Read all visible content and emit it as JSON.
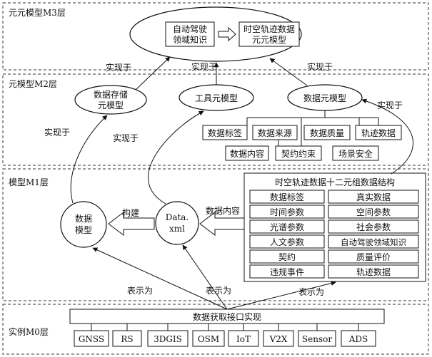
{
  "layers": {
    "m3": "元元模型M3层",
    "m2": "元模型M2层",
    "m1": "模型M1层",
    "m0": "实例M0层"
  },
  "m3": {
    "box_left": [
      "自动驾驶",
      "领域知识"
    ],
    "box_right": [
      "时空轨迹数据",
      "元元模型"
    ]
  },
  "m2": {
    "storage_meta": [
      "数据存储",
      "元模型"
    ],
    "tool_meta": "工具元模型",
    "data_meta": "数据元模型",
    "data_meta_items": [
      "数据标签",
      "数据来源",
      "数据质量",
      "轨迹数据",
      "数据内容",
      "契约约束",
      "场景安全"
    ]
  },
  "m1": {
    "data_model": [
      "数据",
      "模型"
    ],
    "data_xml": [
      "Data.",
      "xml"
    ],
    "build_label": "构建",
    "content_label": "数据内容",
    "structure_title": "时空轨迹数据十二元组数据结构",
    "structure_cells": [
      [
        "数据标签",
        "真实数据"
      ],
      [
        "时间参数",
        "空间参数"
      ],
      [
        "光谱参数",
        "社会参数"
      ],
      [
        "人文参数",
        "自动驾驶领域知识"
      ],
      [
        "契约",
        "质量评价"
      ],
      [
        "违规事件",
        "轨迹数据"
      ]
    ]
  },
  "m0": {
    "interface": "数据获取接口实现",
    "sources": [
      "GNSS",
      "RS",
      "3DGIS",
      "OSM",
      "IoT",
      "V2X",
      "Sensor",
      "ADS"
    ]
  },
  "arrows": {
    "realized_by": "实现于",
    "represented_as": "表示为"
  }
}
